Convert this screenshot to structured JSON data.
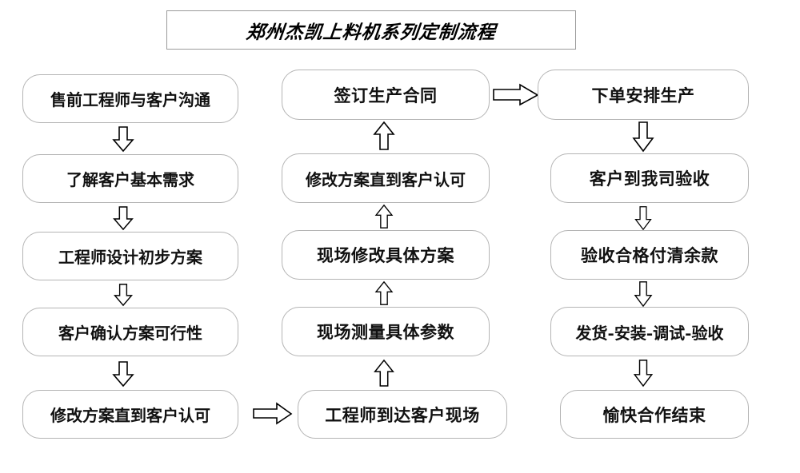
{
  "title": {
    "text": "郑州杰凯上料机系列定制流程"
  },
  "colors": {
    "background": "#ffffff",
    "node_border": "#b4b4b4",
    "title_border": "#9a9a9a",
    "text": "#111111",
    "arrow_stroke": "#000000",
    "arrow_fill": "#ffffff"
  },
  "columns": [
    {
      "name": "pre-sales-column",
      "nodes": [
        {
          "id": "c1n1",
          "label": "售前工程师与客户沟通"
        },
        {
          "id": "c1n2",
          "label": "了解客户基本需求"
        },
        {
          "id": "c1n3",
          "label": "工程师设计初步方案"
        },
        {
          "id": "c1n4",
          "label": "客户确认方案可行性"
        },
        {
          "id": "c1n5",
          "label": "修改方案直到客户认可"
        }
      ]
    },
    {
      "name": "on-site-column",
      "nodes": [
        {
          "id": "c2n1",
          "label": "签订生产合同"
        },
        {
          "id": "c2n2",
          "label": "修改方案直到客户认可"
        },
        {
          "id": "c2n3",
          "label": "现场修改具体方案"
        },
        {
          "id": "c2n4",
          "label": "现场测量具体参数"
        },
        {
          "id": "c2n5",
          "label": "工程师到达客户现场"
        }
      ]
    },
    {
      "name": "production-column",
      "nodes": [
        {
          "id": "c3n1",
          "label": "下单安排生产"
        },
        {
          "id": "c3n2",
          "label": "客户到我司验收"
        },
        {
          "id": "c3n3",
          "label": "验收合格付清余款"
        },
        {
          "id": "c3n4",
          "label": "发货-安装-调试-验收"
        },
        {
          "id": "c3n5",
          "label": "愉快合作结束"
        }
      ]
    }
  ],
  "connectors": [
    {
      "id": "a1",
      "direction": "down",
      "from": "c1n1",
      "to": "c1n2"
    },
    {
      "id": "a2",
      "direction": "down",
      "from": "c1n2",
      "to": "c1n3"
    },
    {
      "id": "a3",
      "direction": "down",
      "from": "c1n3",
      "to": "c1n4"
    },
    {
      "id": "a4",
      "direction": "down",
      "from": "c1n4",
      "to": "c1n5"
    },
    {
      "id": "a5",
      "direction": "right",
      "from": "c1n5",
      "to": "c2n5"
    },
    {
      "id": "a6",
      "direction": "up",
      "from": "c2n5",
      "to": "c2n4"
    },
    {
      "id": "a7",
      "direction": "up",
      "from": "c2n4",
      "to": "c2n3"
    },
    {
      "id": "a8",
      "direction": "up",
      "from": "c2n3",
      "to": "c2n2"
    },
    {
      "id": "a9",
      "direction": "up",
      "from": "c2n2",
      "to": "c2n1"
    },
    {
      "id": "a10",
      "direction": "right",
      "from": "c2n1",
      "to": "c3n1"
    },
    {
      "id": "a11",
      "direction": "down",
      "from": "c3n1",
      "to": "c3n2"
    },
    {
      "id": "a12",
      "direction": "down",
      "from": "c3n2",
      "to": "c3n3"
    },
    {
      "id": "a13",
      "direction": "down",
      "from": "c3n3",
      "to": "c3n4"
    },
    {
      "id": "a14",
      "direction": "down",
      "from": "c3n4",
      "to": "c3n5"
    }
  ]
}
